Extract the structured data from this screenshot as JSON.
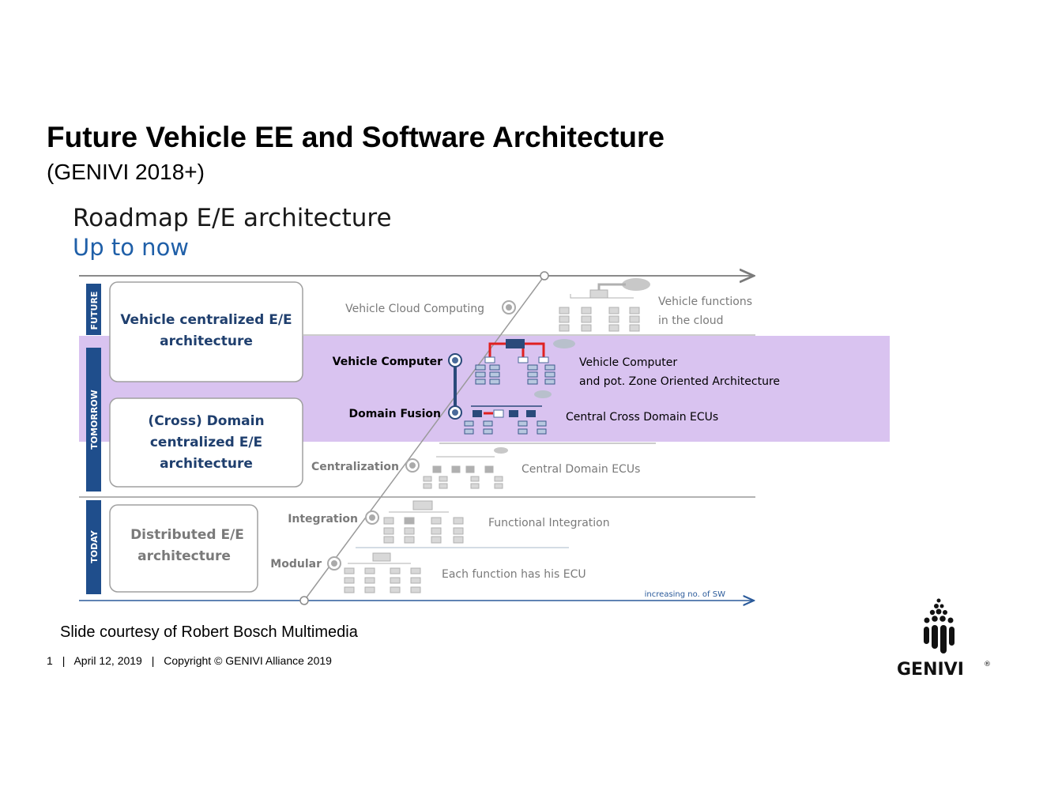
{
  "slide": {
    "title": "Future Vehicle EE and Software Architecture",
    "subtitle": "(GENIVI 2018+)",
    "courtesy": "Slide courtesy of Robert Bosch Multimedia"
  },
  "roadmap": {
    "title": "Roadmap E/E architecture",
    "subtitle": "Up to now",
    "bands": [
      {
        "label": "FUTURE"
      },
      {
        "label": "TOMORROW"
      },
      {
        "label": "TODAY"
      }
    ],
    "architectures": [
      {
        "line1": "Vehicle centralized E/E",
        "line2": "architecture"
      },
      {
        "line1": "(Cross) Domain",
        "line2": "centralized E/E",
        "line3": "architecture"
      },
      {
        "line1": "Distributed E/E",
        "line2": "architecture"
      }
    ],
    "stages": [
      {
        "name": "Vehicle Cloud Computing",
        "desc1": "Vehicle functions",
        "desc2": "in the cloud"
      },
      {
        "name": "Vehicle Computer",
        "desc1": "Vehicle Computer",
        "desc2": "and pot. Zone Oriented Architecture"
      },
      {
        "name": "Domain Fusion",
        "desc1": "Central Cross Domain ECUs"
      },
      {
        "name": "Centralization",
        "desc1": "Central Domain ECUs"
      },
      {
        "name": "Integration",
        "desc1": "Functional Integration"
      },
      {
        "name": "Modular",
        "desc1": "Each function has his ECU"
      }
    ],
    "axis_label": "increasing no. of SW",
    "colors": {
      "band_blue": "#1f4e8c",
      "highlight": "#d9c3f0",
      "accent_red": "#e02020",
      "timeline": "#8a8a8a"
    }
  },
  "footer": {
    "page": "1",
    "separator": "|",
    "date": "April 12, 2019",
    "copyright": "Copyright © GENIVI Alliance 2019"
  },
  "logo": {
    "text": "GENIVI",
    "mark": "®"
  }
}
